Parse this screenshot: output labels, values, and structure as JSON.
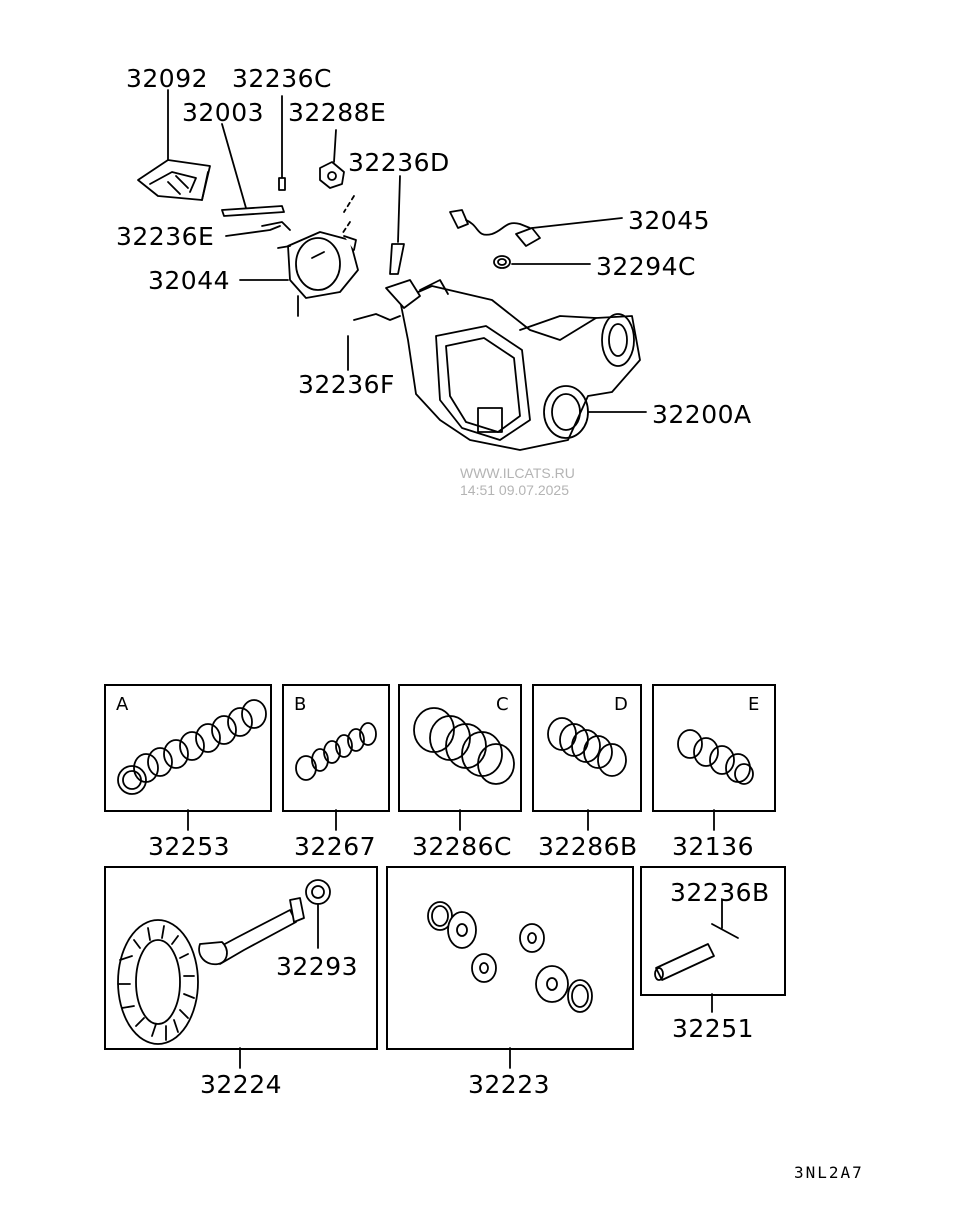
{
  "watermark": {
    "site": "WWW.ILCATS.RU",
    "timestamp": "14:51 09.07.2025"
  },
  "diagram_code": "3NL2A7",
  "top_assembly": {
    "labels": {
      "p32092": "32092",
      "p32236C": "32236C",
      "p32003": "32003",
      "p32288E": "32288E",
      "p32236D": "32236D",
      "p32236E": "32236E",
      "p32045": "32045",
      "p32044": "32044",
      "p32294C": "32294C",
      "p32236F": "32236F",
      "p32200A": "32200A"
    }
  },
  "kits": {
    "A": {
      "letter": "A",
      "part": "32253"
    },
    "B": {
      "letter": "B",
      "part": "32267"
    },
    "C": {
      "letter": "C",
      "part": "32286C"
    },
    "D": {
      "letter": "D",
      "part": "32286B"
    },
    "E": {
      "letter": "E",
      "part": "32136"
    }
  },
  "gear_set": {
    "part": "32224",
    "sub_part": "32293"
  },
  "differential_gears": {
    "part": "32223"
  },
  "pinion_shaft": {
    "part": "32251",
    "sub_part": "32236B"
  }
}
